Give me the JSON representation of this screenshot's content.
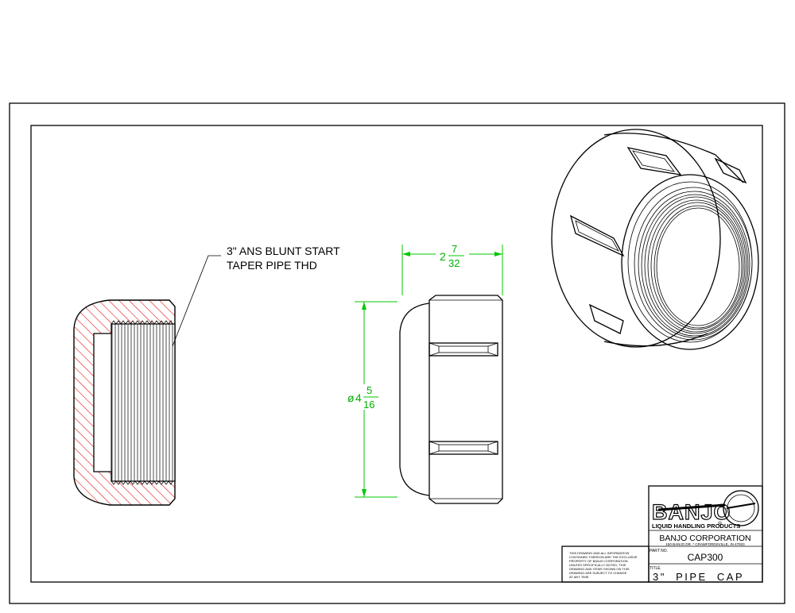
{
  "callout": {
    "line1": "3\" ANS BLUNT START",
    "line2": "TAPER PIPE THD"
  },
  "dimensions": {
    "length_whole": "2",
    "length_num": "7",
    "length_den": "32",
    "dia_symbol": "ø",
    "dia_whole": "4",
    "dia_num": "5",
    "dia_den": "16"
  },
  "title_block": {
    "logo_text": "BANJO",
    "logo_sub": "LIQUID HANDLING PRODUCTS",
    "company": "BANJO CORPORATION",
    "address": "150 BANJO DR. * CRAWFORDSVILLE, IN 47933",
    "part_no_label": "PART NO.",
    "part_no": "CAP300",
    "title_label": "TITLE",
    "title": "3\"  PIPE  CAP",
    "notice": [
      "THIS DRAWING AND ALL INFORMATION",
      "CONTAINED THEREON ARE THE EXCLUSIVE",
      "PROPERTY OF BANJO CORPORATION.",
      "UNLESS SPECIFICALLY NOTED, THIS",
      "DRAWING AND ITEMS SHOWN ON THIS",
      "DRAWING ARE SUBJECT TO CHANGE",
      "AT ANY TIME."
    ]
  },
  "colors": {
    "section_hatch": "#e00000",
    "dimension": "#00c800",
    "linework": "#000000"
  }
}
